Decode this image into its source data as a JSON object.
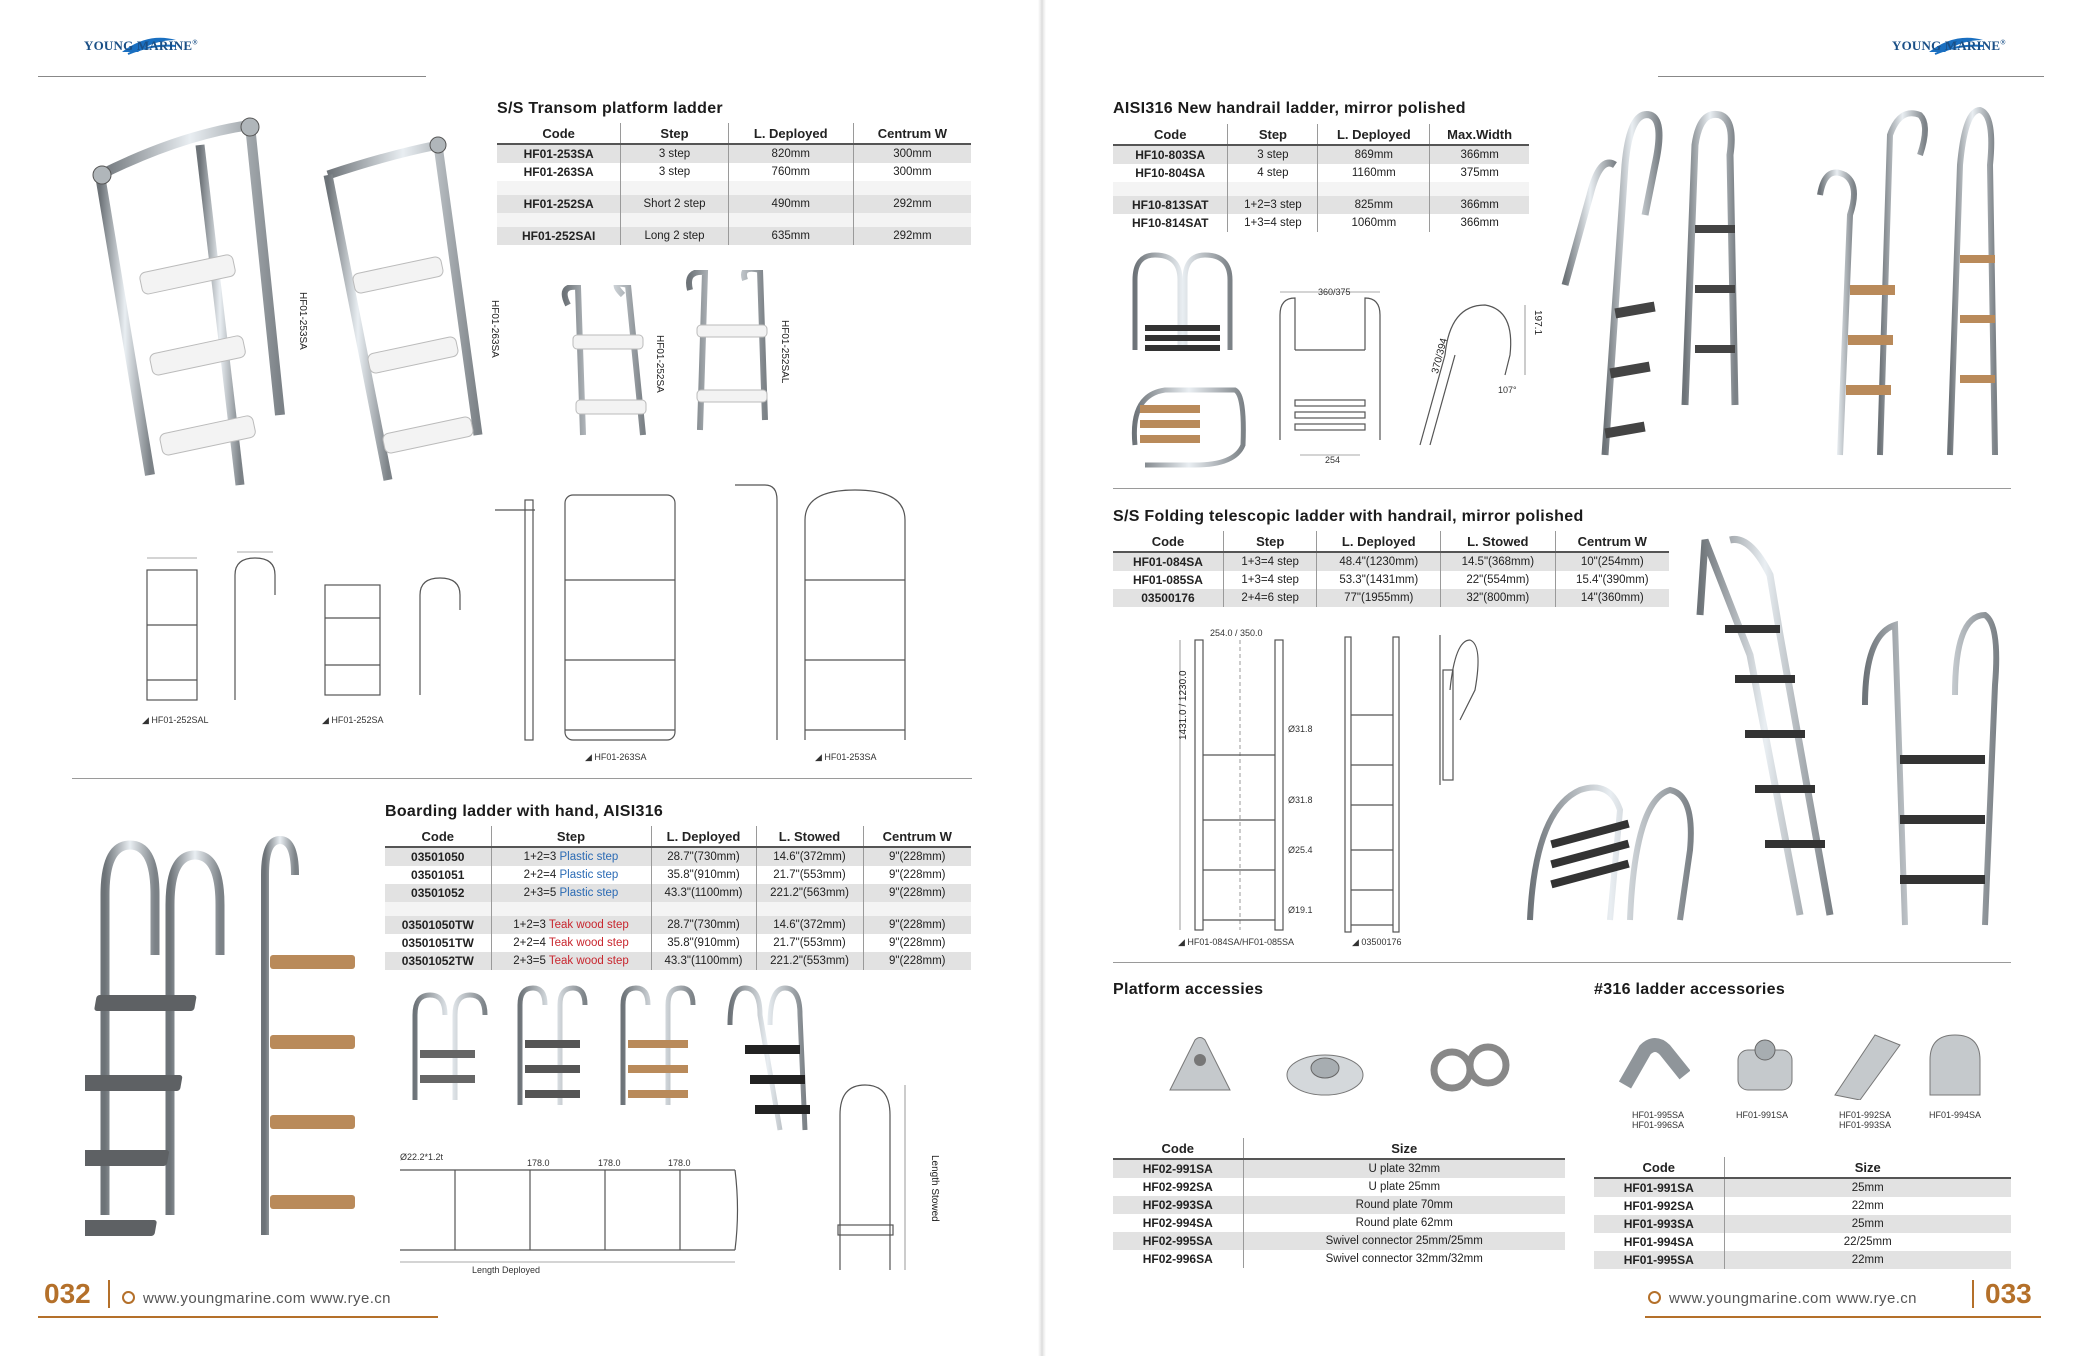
{
  "brand": {
    "name": "YOUNG MARINE",
    "registered": "®"
  },
  "left_page": {
    "page_number": "032",
    "website": "www.youngmarine.com   www.rye.cn",
    "transom": {
      "title": "S/S Transom platform ladder",
      "headers": [
        "Code",
        "Step",
        "L. Deployed",
        "Centrum W"
      ],
      "rows": [
        [
          "HF01-253SA",
          "3 step",
          "820mm",
          "300mm"
        ],
        [
          "HF01-263SA",
          "3 step",
          "760mm",
          "300mm"
        ],
        [
          "HF01-252SA",
          "Short 2 step",
          "490mm",
          "292mm"
        ],
        [
          "HF01-252SAI",
          "Long 2 step",
          "635mm",
          "292mm"
        ]
      ],
      "photo_labels": [
        "HF01-253SA",
        "HF01-263SA",
        "HF01-252SA",
        "HF01-252SAL"
      ],
      "drawing_captions": [
        "HF01-252SAL",
        "HF01-252SA",
        "HF01-263SA",
        "HF01-253SA"
      ]
    },
    "boarding": {
      "title": "Boarding ladder with hand, AISI316",
      "headers": [
        "Code",
        "Step",
        "L. Deployed",
        "L. Stowed",
        "Centrum W"
      ],
      "rows": [
        {
          "code": "03501050",
          "step_prefix": "1+2=3",
          "step_type": "Plastic step",
          "deployed": "28.7\"(730mm)",
          "stowed": "14.6\"(372mm)",
          "centrum": "9\"(228mm)"
        },
        {
          "code": "03501051",
          "step_prefix": "2+2=4",
          "step_type": "Plastic step",
          "deployed": "35.8\"(910mm)",
          "stowed": "21.7\"(553mm)",
          "centrum": "9\"(228mm)"
        },
        {
          "code": "03501052",
          "step_prefix": "2+3=5",
          "step_type": "Plastic step",
          "deployed": "43.3\"(1100mm)",
          "stowed": "221.2\"(563mm)",
          "centrum": "9\"(228mm)"
        },
        {
          "code": "03501050TW",
          "step_prefix": "1+2=3",
          "step_type": "Teak wood step",
          "deployed": "28.7\"(730mm)",
          "stowed": "14.6\"(372mm)",
          "centrum": "9\"(228mm)"
        },
        {
          "code": "03501051TW",
          "step_prefix": "2+2=4",
          "step_type": "Teak wood step",
          "deployed": "35.8\"(910mm)",
          "stowed": "21.7\"(553mm)",
          "centrum": "9\"(228mm)"
        },
        {
          "code": "03501052TW",
          "step_prefix": "2+3=5",
          "step_type": "Teak wood step",
          "deployed": "43.3\"(1100mm)",
          "stowed": "221.2\"(553mm)",
          "centrum": "9\"(228mm)"
        }
      ],
      "drawing_labels": [
        "Length Deployed",
        "Length Stowed",
        "Ø22.2*1.2t",
        "178.0",
        "178.0",
        "178.0"
      ]
    }
  },
  "right_page": {
    "page_number": "033",
    "website": "www.youngmarine.com   www.rye.cn",
    "handrail": {
      "title": "AISI316 New handrail ladder, mirror polished",
      "headers": [
        "Code",
        "Step",
        "L. Deployed",
        "Max.Width"
      ],
      "rows": [
        [
          "HF10-803SA",
          "3 step",
          "869mm",
          "366mm"
        ],
        [
          "HF10-804SA",
          "4 step",
          "1160mm",
          "375mm"
        ],
        [
          "HF10-813SAT",
          "1+2=3 step",
          "825mm",
          "366mm"
        ],
        [
          "HF10-814SAT",
          "1+3=4 step",
          "1060mm",
          "366mm"
        ]
      ],
      "drawing_labels": [
        "360/375",
        "254",
        "197.1",
        "107°",
        "370/394"
      ]
    },
    "folding": {
      "title": "S/S Folding telescopic ladder with handrail, mirror polished",
      "headers": [
        "Code",
        "Step",
        "L. Deployed",
        "L. Stowed",
        "Centrum W"
      ],
      "rows": [
        [
          "HF01-084SA",
          "1+3=4 step",
          "48.4\"(1230mm)",
          "14.5\"(368mm)",
          "10\"(254mm)"
        ],
        [
          "HF01-085SA",
          "1+3=4 step",
          "53.3\"(1431mm)",
          "22\"(554mm)",
          "15.4\"(390mm)"
        ],
        [
          "03500176",
          "2+4=6 step",
          "77\"(1955mm)",
          "32\"(800mm)",
          "14\"(360mm)"
        ]
      ],
      "drawing_captions": [
        "HF01-084SA/HF01-085SA",
        "03500176"
      ],
      "drawing_labels": [
        "254.0 / 350.0",
        "1431.0 / 1230.0",
        "Ø31.8",
        "Ø31.8",
        "Ø25.4",
        "Ø19.1"
      ]
    },
    "platform_accessories": {
      "title": "Platform accessies",
      "headers": [
        "Code",
        "Size"
      ],
      "rows": [
        [
          "HF02-991SA",
          "U plate 32mm"
        ],
        [
          "HF02-992SA",
          "U plate 25mm"
        ],
        [
          "HF02-993SA",
          "Round plate 70mm"
        ],
        [
          "HF02-994SA",
          "Round plate 62mm"
        ],
        [
          "HF02-995SA",
          "Swivel connector 25mm/25mm"
        ],
        [
          "HF02-996SA",
          "Swivel connector 32mm/32mm"
        ]
      ]
    },
    "ladder_accessories": {
      "title": "#316 ladder accessories",
      "headers": [
        "Code",
        "Size"
      ],
      "rows": [
        [
          "HF01-991SA",
          "25mm"
        ],
        [
          "HF01-992SA",
          "22mm"
        ],
        [
          "HF01-993SA",
          "25mm"
        ],
        [
          "HF01-994SA",
          "22/25mm"
        ],
        [
          "HF01-995SA",
          "22mm"
        ]
      ],
      "photo_labels": [
        [
          "HF01-995SA",
          "HF01-996SA"
        ],
        [
          "HF01-991SA"
        ],
        [
          "HF01-992SA",
          "HF01-993SA"
        ],
        [
          "HF01-994SA"
        ]
      ]
    }
  }
}
